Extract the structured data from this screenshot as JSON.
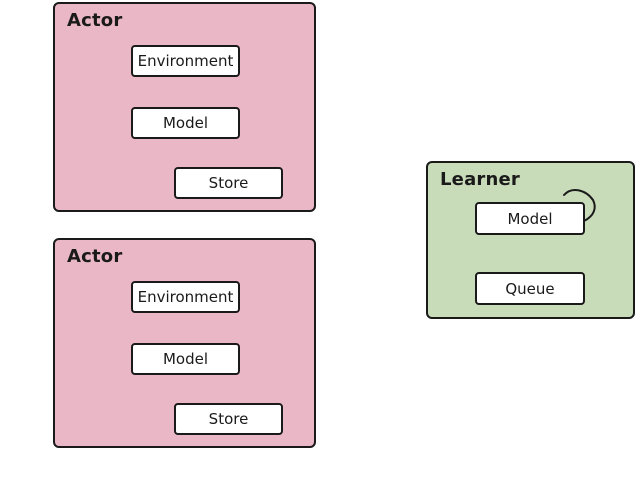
{
  "colors": {
    "actor_fill": "#e9b7c6",
    "learner_fill": "#c9dcba",
    "stroke": "#1a1a1a",
    "box_fill": "#ffffff"
  },
  "actor_1": {
    "title": "Actor",
    "environment": "Environment",
    "model": "Model",
    "store": "Store"
  },
  "actor_2": {
    "title": "Actor",
    "environment": "Environment",
    "model": "Model",
    "store": "Store"
  },
  "learner": {
    "title": "Learner",
    "model": "Model",
    "queue": "Queue"
  }
}
